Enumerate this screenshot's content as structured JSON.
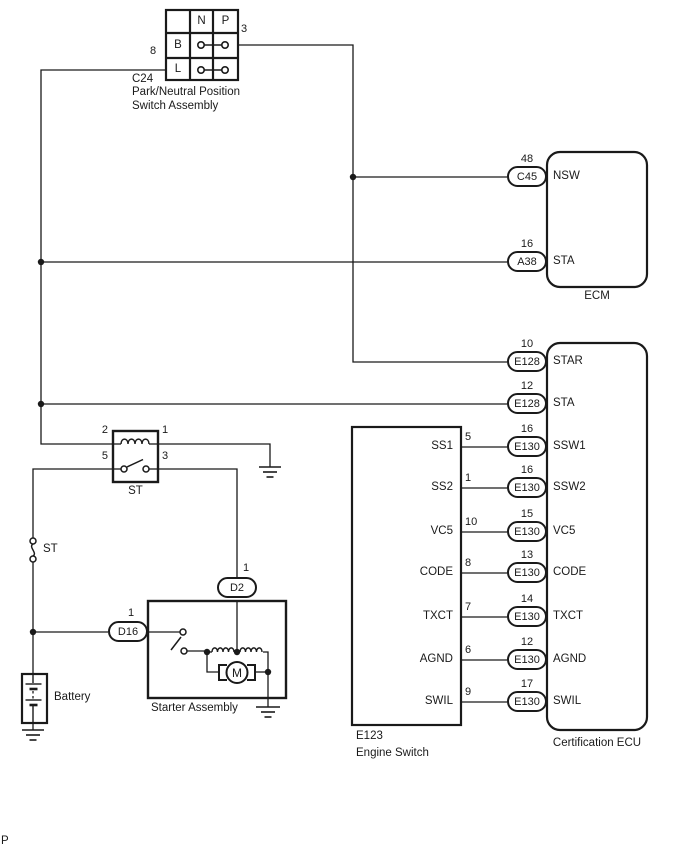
{
  "colors": {
    "line": "#1a1a1a",
    "text": "#1a1a1a",
    "background": "#ffffff"
  },
  "page_marker": "P",
  "park_neutral_switch": {
    "code": "C24",
    "name_line1": "Park/Neutral Position",
    "name_line2": "Switch Assembly",
    "col_header_n": "N",
    "col_header_p": "P",
    "row_header_b": "B",
    "row_header_l": "L",
    "pin_right": "3",
    "pin_left": "8"
  },
  "ecm": {
    "label": "ECM",
    "pins": [
      {
        "number": "48",
        "connector": "C45",
        "name": "NSW"
      },
      {
        "number": "16",
        "connector": "A38",
        "name": "STA"
      }
    ]
  },
  "certification_ecu": {
    "label": "Certification ECU",
    "pins": [
      {
        "number": "10",
        "connector": "E128",
        "name": "STAR"
      },
      {
        "number": "12",
        "connector": "E128",
        "name": "STA"
      },
      {
        "number": "16",
        "connector": "E130",
        "name": "SSW1"
      },
      {
        "number": "16",
        "connector": "E130",
        "name": "SSW2"
      },
      {
        "number": "15",
        "connector": "E130",
        "name": "VC5"
      },
      {
        "number": "13",
        "connector": "E130",
        "name": "CODE"
      },
      {
        "number": "14",
        "connector": "E130",
        "name": "TXCT"
      },
      {
        "number": "12",
        "connector": "E130",
        "name": "AGND"
      },
      {
        "number": "17",
        "connector": "E130",
        "name": "SWIL"
      }
    ]
  },
  "engine_switch": {
    "code": "E123",
    "name": "Engine Switch",
    "pins": [
      {
        "name": "SS1",
        "number": "5"
      },
      {
        "name": "SS2",
        "number": "1"
      },
      {
        "name": "VC5",
        "number": "10"
      },
      {
        "name": "CODE",
        "number": "8"
      },
      {
        "name": "TXCT",
        "number": "7"
      },
      {
        "name": "AGND",
        "number": "6"
      },
      {
        "name": "SWIL",
        "number": "9"
      }
    ]
  },
  "st_relay": {
    "label": "ST",
    "pin_coil_left": "2",
    "pin_coil_right": "1",
    "pin_contact_left": "5",
    "pin_contact_right": "3"
  },
  "st_fuse": {
    "label": "ST"
  },
  "battery": {
    "label": "Battery"
  },
  "starter_assembly": {
    "label": "Starter Assembly",
    "motor_label": "M",
    "connector_top": {
      "number": "1",
      "code": "D2"
    },
    "connector_left": {
      "number": "1",
      "code": "D16"
    }
  }
}
